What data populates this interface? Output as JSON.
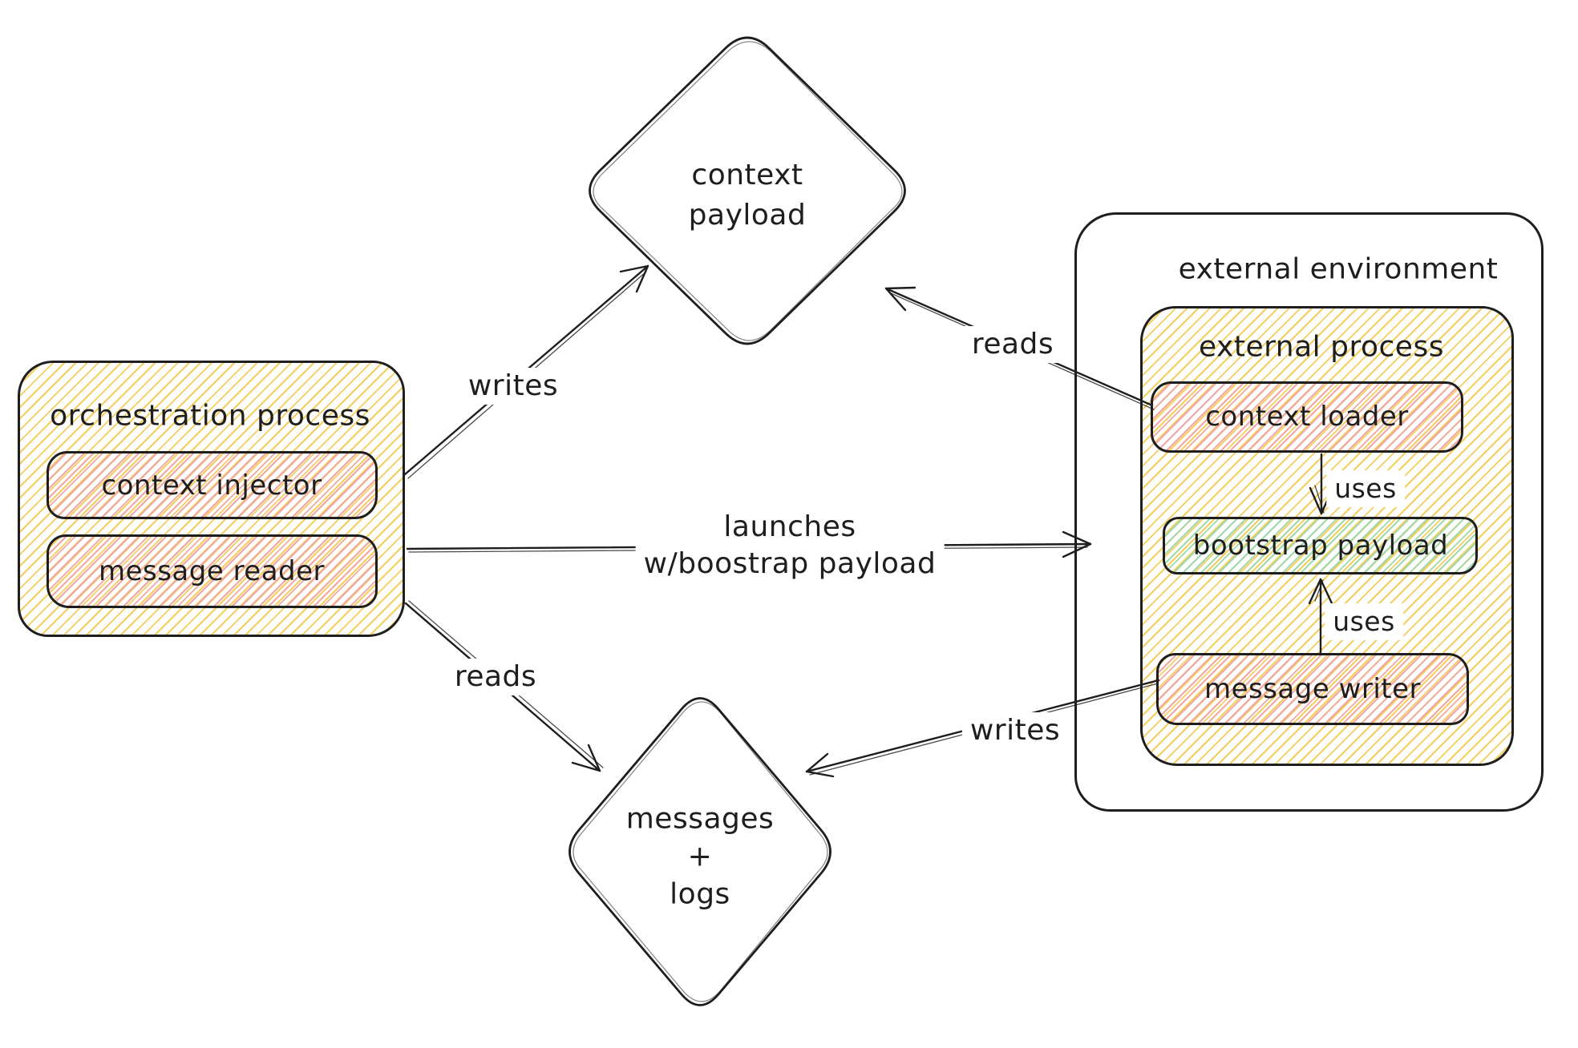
{
  "colors": {
    "ink": "#1e1e1e",
    "paper": "#ffffff",
    "yellow": "#f6cd5f",
    "pink": "#f2a6a5",
    "green": "#9ed9ab"
  },
  "nodes": {
    "context_payload": {
      "line1": "context",
      "line2": "payload"
    },
    "orchestration_process": {
      "label": "orchestration process"
    },
    "context_injector": {
      "label": "context injector"
    },
    "message_reader": {
      "label": "message reader"
    },
    "external_environment": {
      "label": "external environment"
    },
    "external_process": {
      "label": "external process"
    },
    "context_loader": {
      "label": "context loader"
    },
    "bootstrap_payload": {
      "label": "bootstrap payload"
    },
    "message_writer": {
      "label": "message writer"
    },
    "messages_logs": {
      "line1": "messages",
      "line2": "+",
      "line3": "logs"
    }
  },
  "edges": {
    "writes_top": {
      "label": "writes"
    },
    "reads_top": {
      "label": "reads"
    },
    "launches": {
      "label_line1": "launches",
      "label_line2": "w/boostrap payload"
    },
    "uses_top": {
      "label": "uses"
    },
    "uses_bottom": {
      "label": "uses"
    },
    "reads_bottom": {
      "label": "reads"
    },
    "writes_bottom": {
      "label": "writes"
    }
  }
}
